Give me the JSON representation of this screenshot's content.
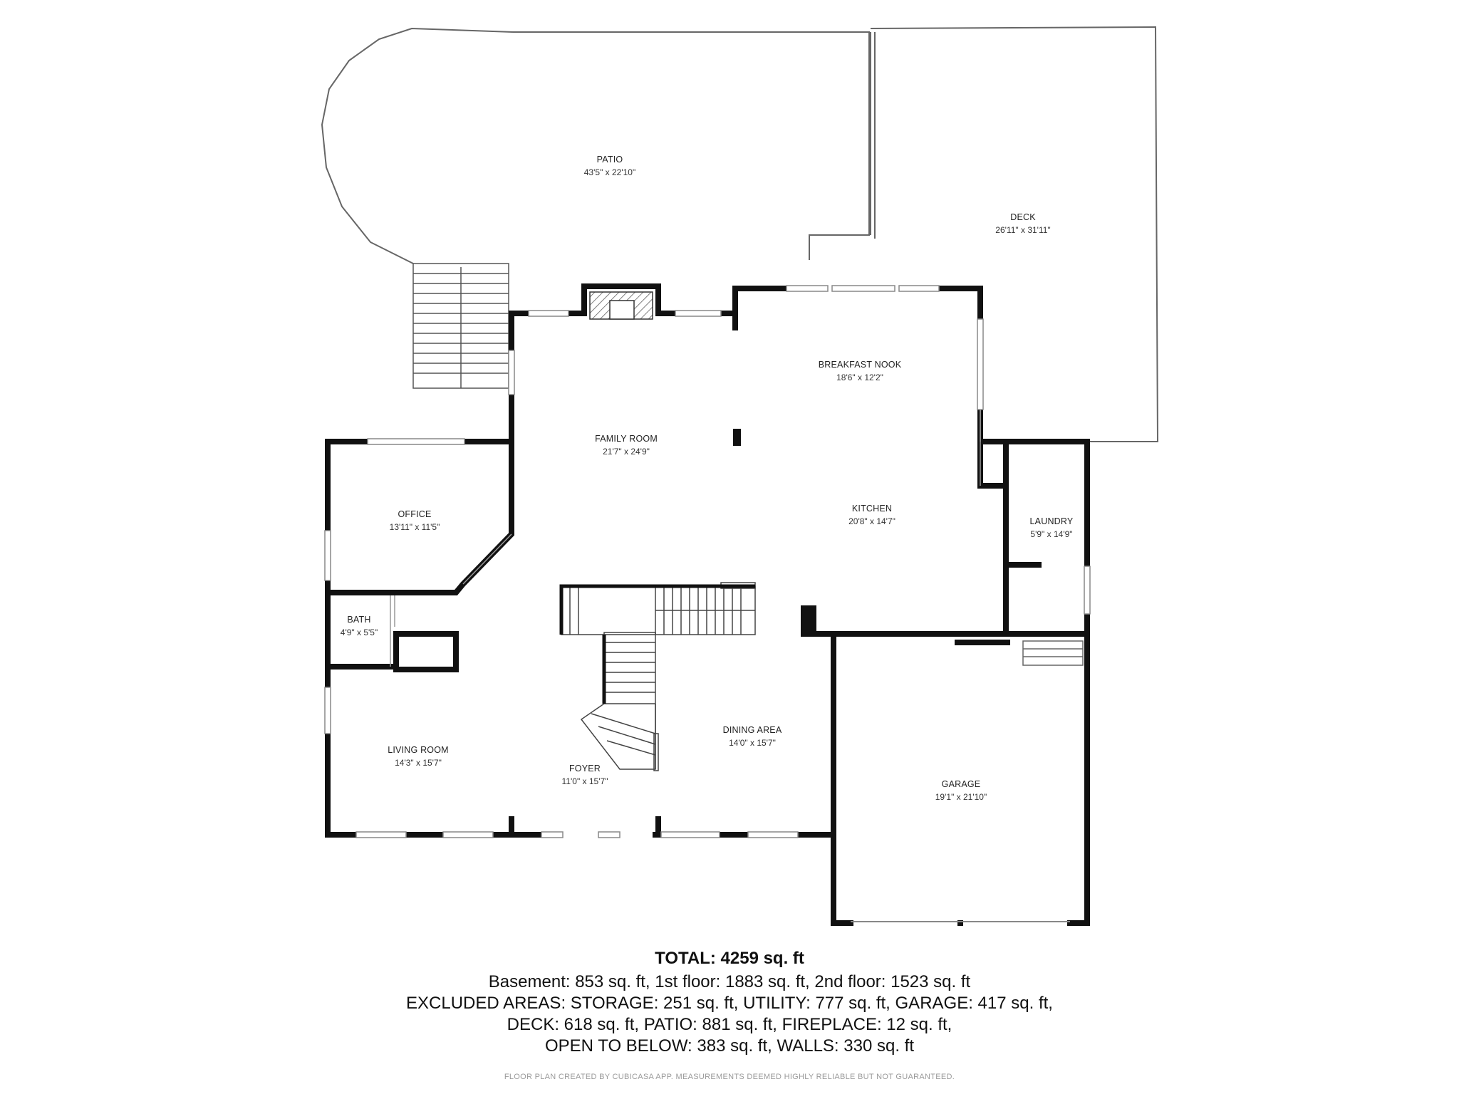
{
  "rooms": {
    "patio": {
      "name": "PATIO",
      "dims": "43'5\" x 22'10\""
    },
    "deck": {
      "name": "DECK",
      "dims": "26'11\" x 31'11\""
    },
    "breakfast_nook": {
      "name": "BREAKFAST NOOK",
      "dims": "18'6\" x 12'2\""
    },
    "family_room": {
      "name": "FAMILY ROOM",
      "dims": "21'7\" x 24'9\""
    },
    "office": {
      "name": "OFFICE",
      "dims": "13'11\" x 11'5\""
    },
    "kitchen": {
      "name": "KITCHEN",
      "dims": "20'8\" x 14'7\""
    },
    "laundry": {
      "name": "LAUNDRY",
      "dims": "5'9\" x 14'9\""
    },
    "bath": {
      "name": "BATH",
      "dims": "4'9\" x 5'5\""
    },
    "living_room": {
      "name": "LIVING ROOM",
      "dims": "14'3\" x 15'7\""
    },
    "dining_area": {
      "name": "DINING AREA",
      "dims": "14'0\" x 15'7\""
    },
    "foyer": {
      "name": "FOYER",
      "dims": "11'0\" x 15'7\""
    },
    "garage": {
      "name": "GARAGE",
      "dims": "19'1\" x 21'10\""
    }
  },
  "summary": {
    "total": "TOTAL: 4259 sq. ft",
    "line1": "Basement: 853 sq. ft, 1st floor: 1883 sq. ft, 2nd floor: 1523 sq. ft",
    "line2": "EXCLUDED AREAS: STORAGE: 251 sq. ft, UTILITY: 777 sq. ft, GARAGE: 417 sq. ft,",
    "line3": "DECK: 618 sq. ft, PATIO: 881 sq. ft, FIREPLACE: 12 sq. ft,",
    "line4": "OPEN TO BELOW: 383 sq. ft, WALLS: 330 sq. ft"
  },
  "footer": "FLOOR PLAN CREATED BY CUBICASA APP. MEASUREMENTS DEEMED HIGHLY RELIABLE BUT NOT GUARANTEED."
}
